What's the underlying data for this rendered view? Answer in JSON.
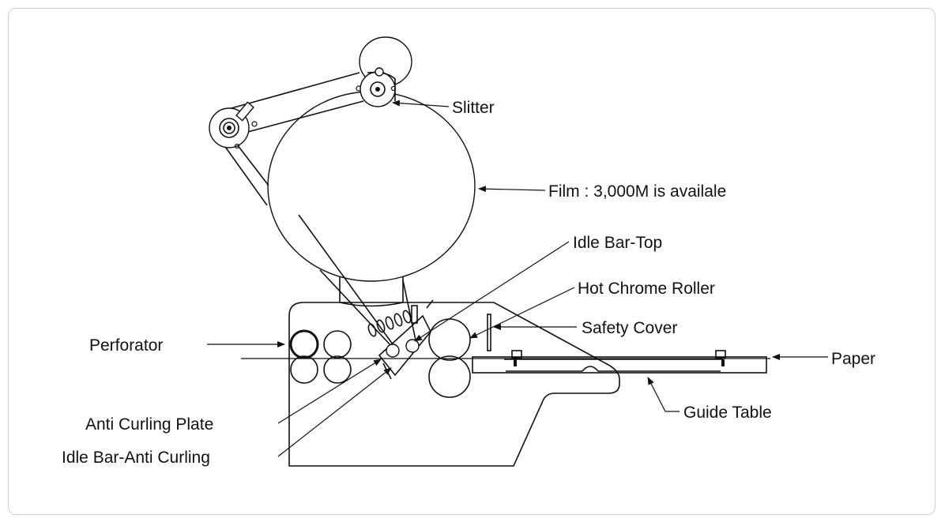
{
  "labels": {
    "slitter": "Slitter",
    "film": "Film : 3,000M is availale",
    "idle_bar_top": "Idle Bar-Top",
    "hot_chrome_roller": "Hot Chrome Roller",
    "safety_cover": "Safety Cover",
    "perforator": "Perforator",
    "paper": "Paper",
    "guide_table": "Guide Table",
    "anti_curling_plate": "Anti Curling Plate",
    "idle_bar_anti_curling": "Idle Bar-Anti Curling"
  }
}
